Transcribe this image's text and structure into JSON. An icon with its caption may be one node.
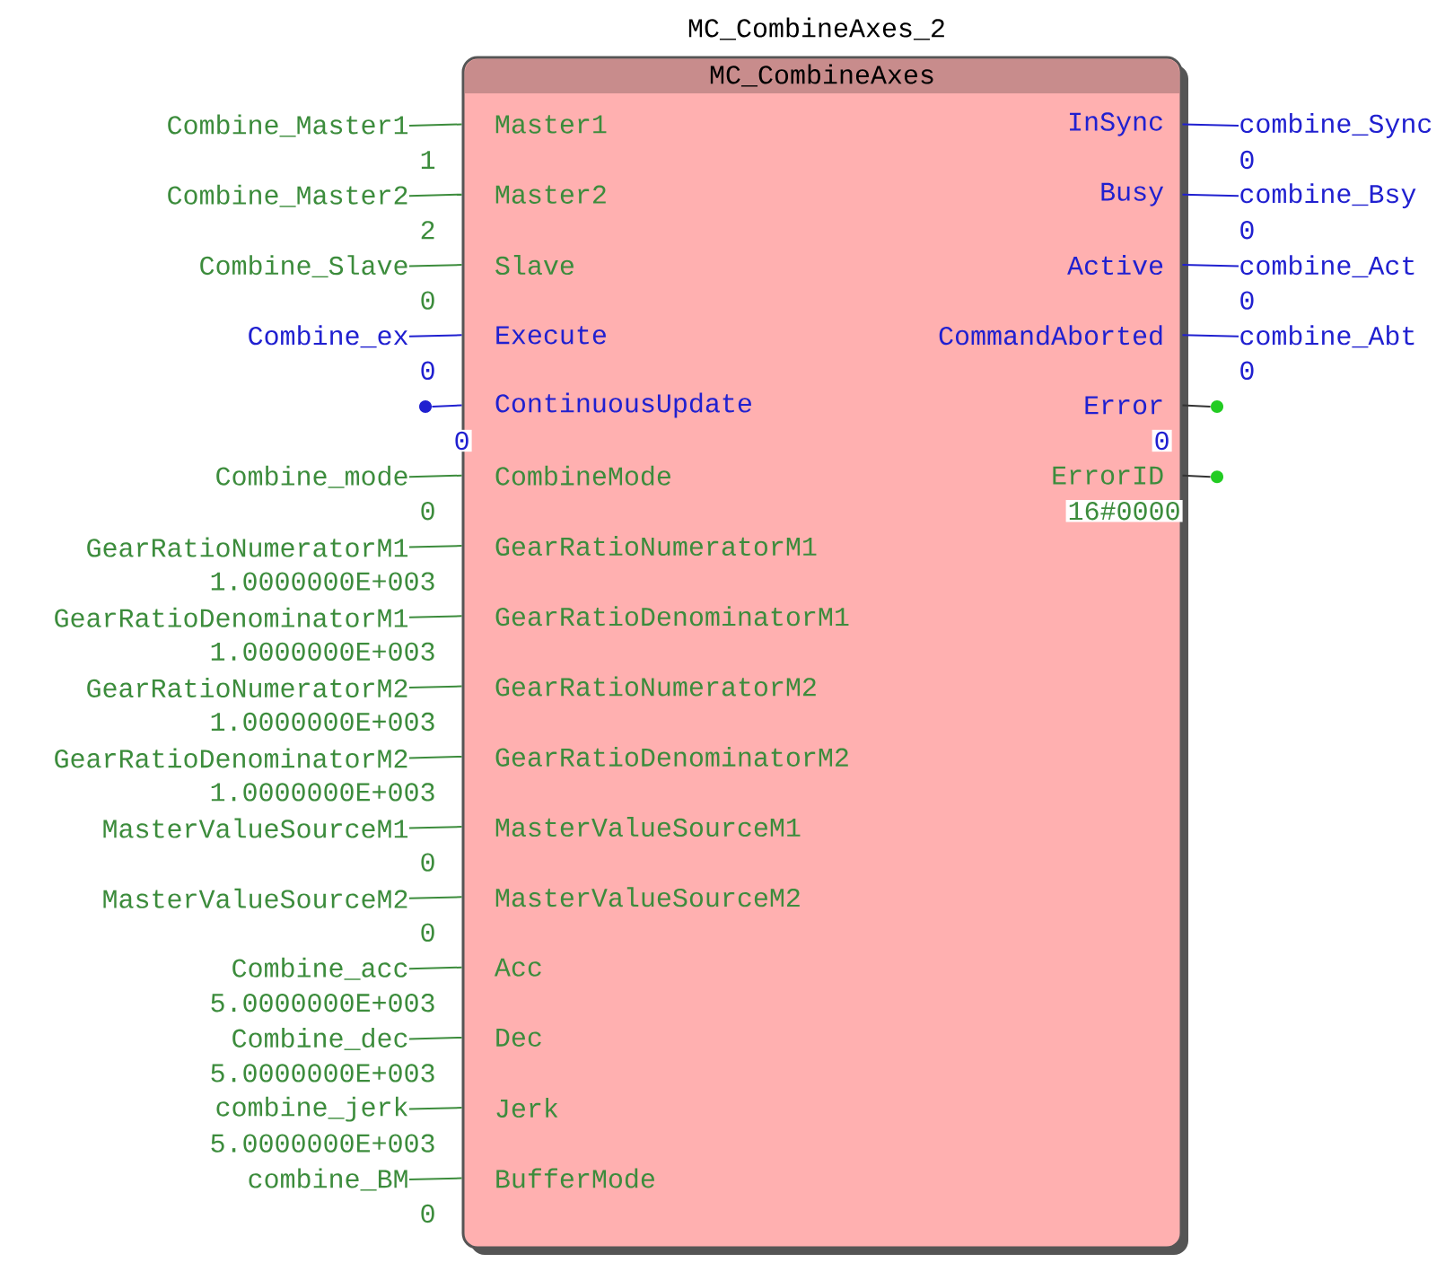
{
  "diagram": {
    "nodes": [
      {
        "text": [
          "MC_CombineAxes_2",
          "MC_CombineAxes"
        ]
      },
      {
        "text": [
          "Master1"
        ],
        "in": 0
      },
      {
        "text": [
          "Master2"
        ],
        "in": 0
      },
      {
        "text": [
          "Slave"
        ],
        "in": 0
      },
      {
        "text": [
          "Execute"
        ],
        "in": 0
      },
      {
        "text": [
          "ContinuousUpdate"
        ],
        "in": 0,
        "beside": [
          "0"
        ]
      },
      {
        "text": [
          "CombineMode"
        ],
        "in": 0
      },
      {
        "text": [
          "GearRatioNumeratorM1"
        ],
        "in": 0
      },
      {
        "text": [
          "GearRatioDenominatorM1"
        ],
        "in": 0
      },
      {
        "text": [
          "GearRatioNumeratorM2"
        ],
        "in": 0
      },
      {
        "text": [
          "GearRatioDenominatorM2"
        ],
        "in": 0
      },
      {
        "text": [
          "MasterValueSourceM1"
        ],
        "in": 0
      },
      {
        "text": [
          "MasterValueSourceM2"
        ],
        "in": 0
      },
      {
        "text": [
          "Acc"
        ],
        "in": 0
      },
      {
        "text": [
          "Dec"
        ],
        "in": 0
      },
      {
        "text": [
          "Jerk"
        ],
        "in": 0
      },
      {
        "text": [
          "BufferMode"
        ],
        "in": 0
      },
      {
        "text": [
          "InSync"
        ],
        "in": 0
      },
      {
        "text": [
          "Busy"
        ],
        "in": 0
      },
      {
        "text": [
          "Active"
        ],
        "in": 0
      },
      {
        "text": [
          "CommandAborted"
        ],
        "in": 0
      },
      {
        "text": [
          "Error"
        ],
        "in": 0,
        "beside": [
          "0"
        ]
      },
      {
        "text": [
          "ErrorID"
        ],
        "in": 0,
        "beside": [
          "16#0000"
        ]
      },
      {
        "text": [
          "Combine_Master1"
        ],
        "beside": [
          "1"
        ]
      },
      {
        "text": [
          "Combine_Master2"
        ],
        "beside": [
          "2"
        ]
      },
      {
        "text": [
          "Combine_Slave"
        ],
        "beside": [
          "0"
        ]
      },
      {
        "text": [
          "Combine_ex"
        ],
        "beside": [
          "0"
        ]
      },
      {
        "text": [
          "Combine_mode"
        ],
        "beside": [
          "0"
        ]
      },
      {
        "text": [
          "GearRatioNumeratorM1"
        ],
        "beside": [
          "1.0000000E+003"
        ]
      },
      {
        "text": [
          "GearRatioDenominatorM1"
        ],
        "beside": [
          "1.0000000E+003"
        ]
      },
      {
        "text": [
          "GearRatioNumeratorM2"
        ],
        "beside": [
          "1.0000000E+003"
        ]
      },
      {
        "text": [
          "GearRatioDenominatorM2"
        ],
        "beside": [
          "1.0000000E+003"
        ]
      },
      {
        "text": [
          "MasterValueSourceM1"
        ],
        "beside": [
          "0"
        ]
      },
      {
        "text": [
          "MasterValueSourceM2"
        ],
        "beside": [
          "0"
        ]
      },
      {
        "text": [
          "Combine_acc"
        ],
        "beside": [
          "5.0000000E+003"
        ]
      },
      {
        "text": [
          "Combine_dec"
        ],
        "beside": [
          "5.0000000E+003"
        ]
      },
      {
        "text": [
          "combine_jerk"
        ],
        "beside": [
          "5.0000000E+003"
        ]
      },
      {
        "text": [
          "combine_BM"
        ],
        "beside": [
          "0"
        ]
      },
      {
        "text": [
          "combine_Sync"
        ],
        "beside": [
          "0"
        ]
      },
      {
        "text": [
          "combine_Bsy"
        ],
        "beside": [
          "0"
        ]
      },
      {
        "text": [
          "combine_Act"
        ],
        "beside": [
          "0"
        ]
      },
      {
        "text": [
          "combine_Abt"
        ],
        "beside": [
          "0"
        ]
      },
      {
        "text": [],
        "shape": "circle"
      },
      {
        "text": [],
        "shape": "circle"
      },
      {
        "text": [],
        "shape": "circle"
      }
    ],
    "edges": [
      {
        "from": 23,
        "to": 1,
        "arrow": "none"
      },
      {
        "from": 24,
        "to": 2,
        "arrow": "none"
      },
      {
        "from": 25,
        "to": 3,
        "arrow": "none"
      },
      {
        "from": 26,
        "to": 4,
        "arrow": "none",
        "color": "#2020d0"
      },
      {
        "from": 42,
        "to": 5,
        "arrow": "none",
        "color": "#2020d0"
      },
      {
        "from": 27,
        "to": 6,
        "arrow": "none"
      },
      {
        "from": 28,
        "to": 7,
        "arrow": "none"
      },
      {
        "from": 29,
        "to": 8,
        "arrow": "none"
      },
      {
        "from": 30,
        "to": 9,
        "arrow": "none"
      },
      {
        "from": 31,
        "to": 10,
        "arrow": "none"
      },
      {
        "from": 32,
        "to": 11,
        "arrow": "none"
      },
      {
        "from": 33,
        "to": 12,
        "arrow": "none"
      },
      {
        "from": 34,
        "to": 13,
        "arrow": "none"
      },
      {
        "from": 35,
        "to": 14,
        "arrow": "none"
      },
      {
        "from": 36,
        "to": 15,
        "arrow": "none"
      },
      {
        "from": 37,
        "to": 16,
        "arrow": "none"
      },
      {
        "from": 17,
        "to": 38,
        "arrow": "none",
        "color": "#2020d0"
      },
      {
        "from": 18,
        "to": 39,
        "arrow": "none",
        "color": "#2020d0"
      },
      {
        "from": 19,
        "to": 40,
        "arrow": "none",
        "color": "#2020d0"
      },
      {
        "from": 20,
        "to": 41,
        "arrow": "none",
        "color": "#2020d0"
      },
      {
        "from": 21,
        "to": 43,
        "arrow": "none",
        "color": "#333333"
      },
      {
        "from": 22,
        "to": 44,
        "arrow": "none",
        "color": "#333333"
      }
    ]
  }
}
